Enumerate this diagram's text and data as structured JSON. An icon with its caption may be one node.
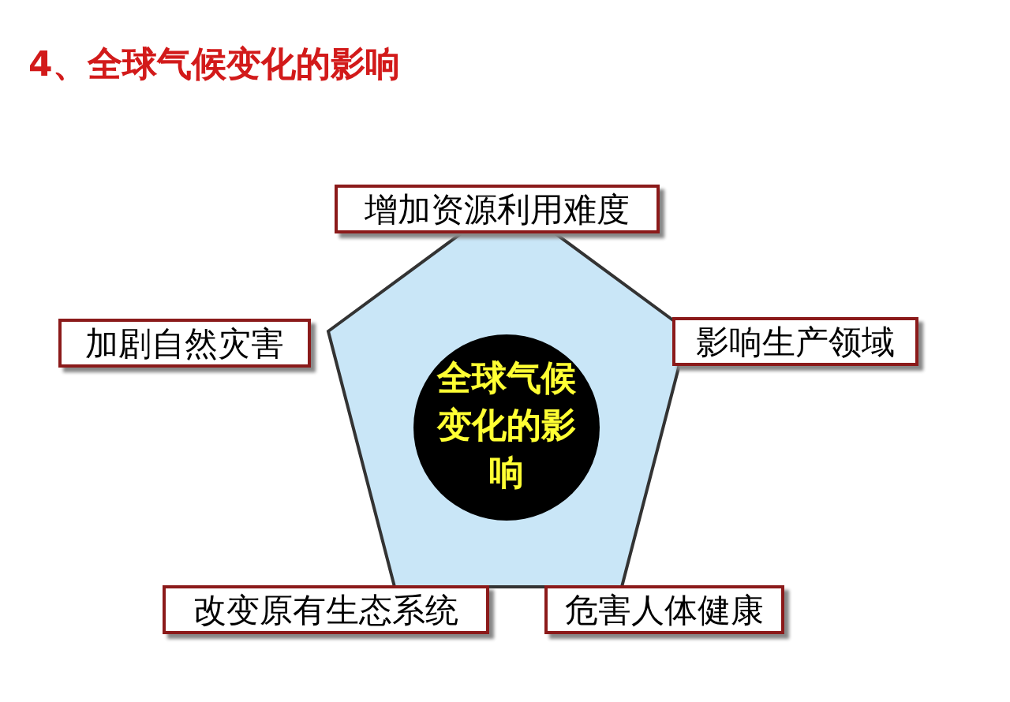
{
  "diagram": {
    "title": "4、全球气候变化的影响",
    "nodes": [
      {
        "text": [
          "全球气候变化的影响"
        ]
      },
      {
        "text": [
          "增加资源利用难度"
        ]
      },
      {
        "text": [
          "加剧自然灾害"
        ]
      },
      {
        "text": [
          "影响生产领域"
        ]
      },
      {
        "text": [
          "改变原有生态系统"
        ]
      },
      {
        "text": [
          "危害人体健康"
        ]
      }
    ]
  }
}
